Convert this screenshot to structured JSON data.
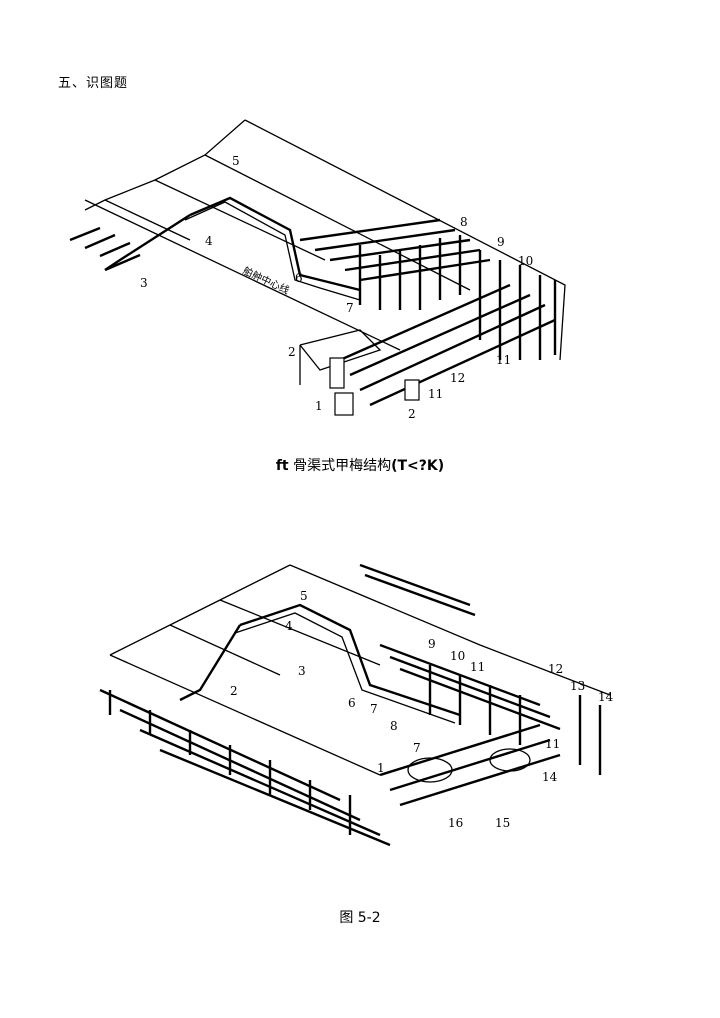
{
  "section": {
    "heading": "五、识图题"
  },
  "figure1": {
    "caption_prefix": "ft",
    "caption_middle": " 骨渠式甲梅结构",
    "caption_suffix": "(T<?K)",
    "labels": [
      "5",
      "4",
      "6",
      "3",
      "8",
      "9",
      "10",
      "7",
      "2",
      "12",
      "11",
      "11",
      "1",
      "2"
    ],
    "rotated_label": "舶舯中心线"
  },
  "figure2": {
    "caption": "图 5-2",
    "labels": [
      "5",
      "4",
      "3",
      "2",
      "6",
      "9",
      "10",
      "11",
      "12",
      "13",
      "14",
      "7",
      "8",
      "7",
      "11",
      "1",
      "14",
      "16",
      "15"
    ]
  }
}
